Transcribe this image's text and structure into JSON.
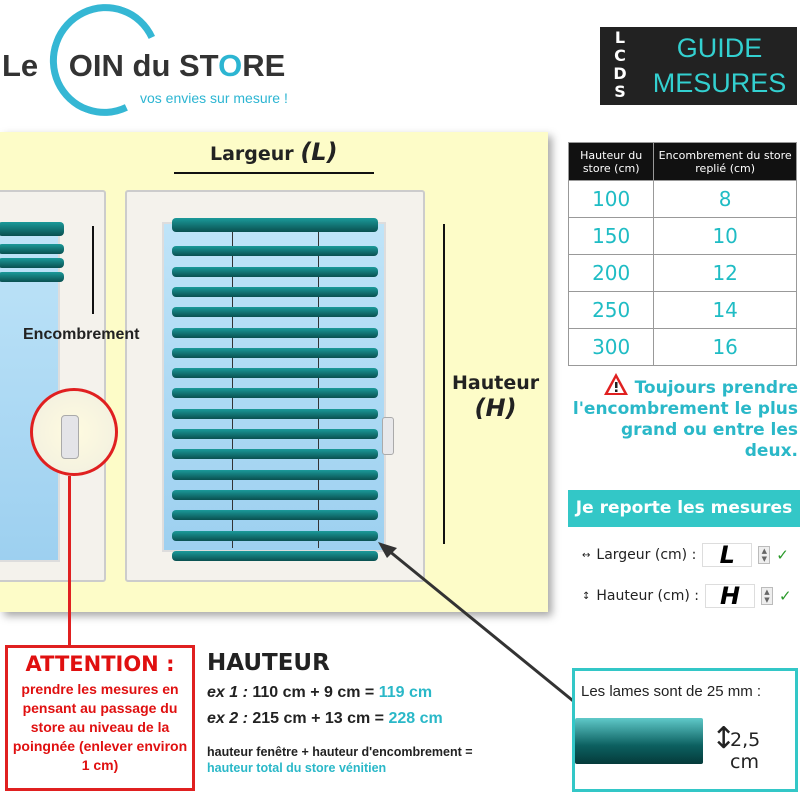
{
  "logo": {
    "text_before": "Le ",
    "text_after": "OIN du ST",
    "o": "O",
    "text_end": "RE",
    "tagline": "vos envies sur mesure !"
  },
  "badge": {
    "letters": [
      "L",
      "C",
      "D",
      "S"
    ],
    "line1": "GUIDE",
    "line2": "MESURES"
  },
  "diagram": {
    "width_label": "Largeur",
    "width_symbol": "(L)",
    "height_label": "Hauteur",
    "height_symbol": "(H)",
    "stack_label": "Encombrement"
  },
  "table": {
    "headers": [
      "Hauteur du store (cm)",
      "Encombrement du store replié (cm)"
    ],
    "rows": [
      [
        "100",
        "8"
      ],
      [
        "150",
        "10"
      ],
      [
        "200",
        "12"
      ],
      [
        "250",
        "14"
      ],
      [
        "300",
        "16"
      ]
    ]
  },
  "warning": "Toujours prendre l'encombrement le plus grand ou entre les deux.",
  "report": {
    "title": "Je reporte les mesures",
    "width_label": "Largeur (cm) :",
    "width_value": "L",
    "height_label": "Hauteur (cm) :",
    "height_value": "H"
  },
  "attention": {
    "title": "ATTENTION :",
    "body": "prendre les mesures en pensant au passage du store au niveau de la poingnée (enlever environ 1 cm)"
  },
  "hauteur": {
    "title": "HAUTEUR",
    "ex1": {
      "label": "ex 1 :",
      "calc": " 110 cm + 9 cm = ",
      "result": "119 cm"
    },
    "ex2": {
      "label": "ex 2 :",
      "calc": " 215 cm + 13 cm = ",
      "result": "228 cm"
    },
    "formula": "hauteur fenêtre + hauteur d'encombrement =",
    "formula_result": "hauteur total du store vénitien"
  },
  "slats": {
    "title": "Les lames sont de 25 mm :",
    "dimension": "2,5 cm"
  },
  "colors": {
    "teal": "#33c7c7",
    "red": "#e02020",
    "panel": "#fdfcc8"
  }
}
